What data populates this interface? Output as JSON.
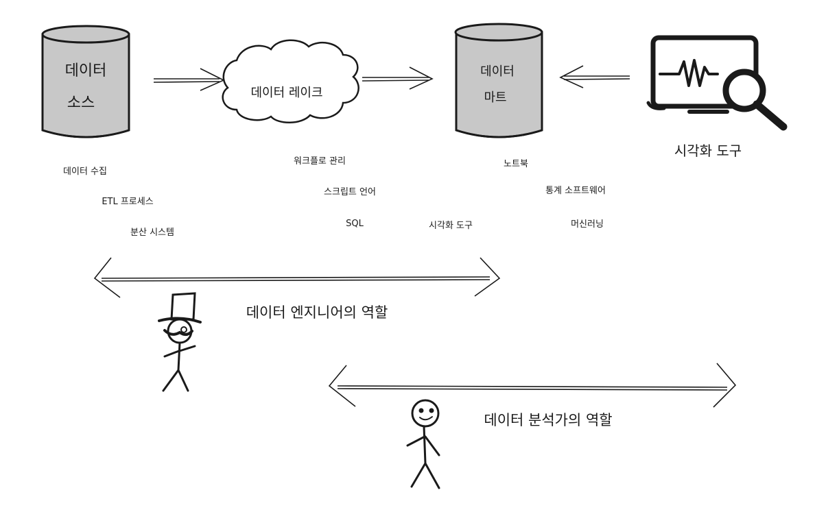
{
  "nodes": {
    "data_source": {
      "line1": "데이터",
      "line2": "소스"
    },
    "data_lake": {
      "label": "데이터 레이크"
    },
    "data_mart": {
      "line1": "데이터",
      "line2": "마트"
    },
    "viz_tool": {
      "label": "시각화 도구"
    }
  },
  "labels": {
    "collect": "데이터 수집",
    "etl": "ETL 프로세스",
    "distributed": "분산 시스템",
    "workflow": "워크플로 관리",
    "script": "스크립트 언어",
    "sql": "SQL",
    "viz": "시각화 도구",
    "notebook": "노트북",
    "stats": "통계 소프트웨어",
    "ml": "머신러닝"
  },
  "roles": {
    "engineer": "데이터 엔지니어의 역할",
    "analyst": "데이터 분석가의 역할"
  },
  "icons": {
    "source": "database-cylinder-icon",
    "lake": "cloud-icon",
    "mart": "database-cylinder-icon",
    "viz": "monitor-magnifier-icon",
    "engineer": "stick-figure-top-hat-icon",
    "analyst": "stick-figure-smiling-icon"
  },
  "colors": {
    "stroke": "#1a1a1a",
    "cylinder_fill": "#c8c8c8",
    "background": "#ffffff"
  }
}
